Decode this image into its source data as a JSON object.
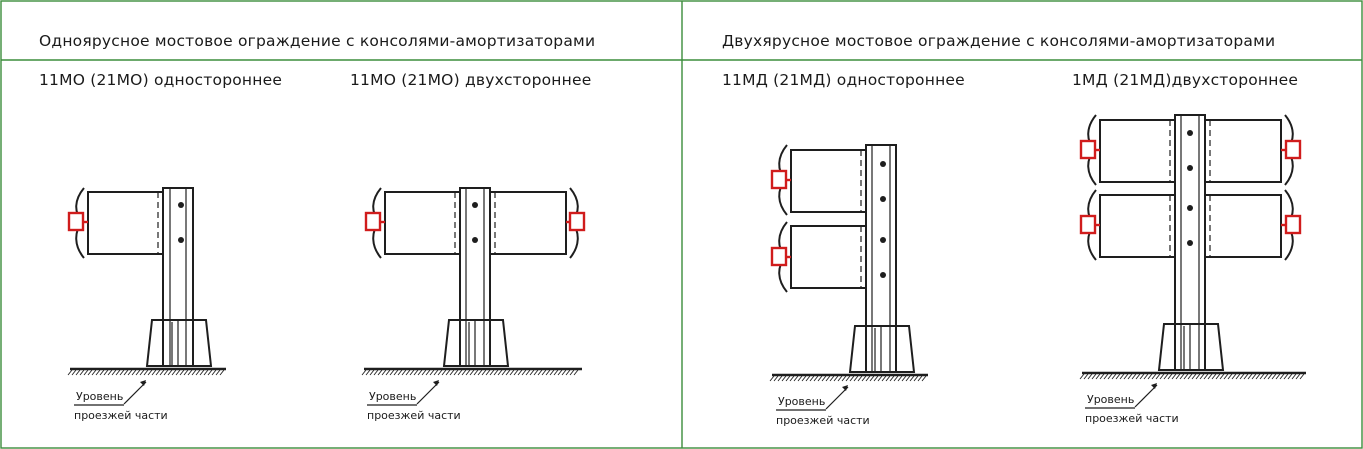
{
  "sections": [
    {
      "header": "Одноярусное мостовое ограждение с консолями-амортизаторами",
      "variants": [
        {
          "label": "11МО (21МО) одностороннее"
        },
        {
          "label": "11МО (21МО) двухстороннее"
        }
      ]
    },
    {
      "header": "Двухярусное мостовое ограждение с консолями-амортизаторами",
      "variants": [
        {
          "label": "11МД (21МД) одностороннее"
        },
        {
          "label": "1МД (21МД)двухстороннее"
        }
      ]
    }
  ],
  "level_label": {
    "line1": "Уровень",
    "line2": "проезжей части"
  },
  "colors": {
    "grid": "#3c8d3c",
    "drawing": "#1e1e1e",
    "shock_absorber": "#d01c1c"
  }
}
